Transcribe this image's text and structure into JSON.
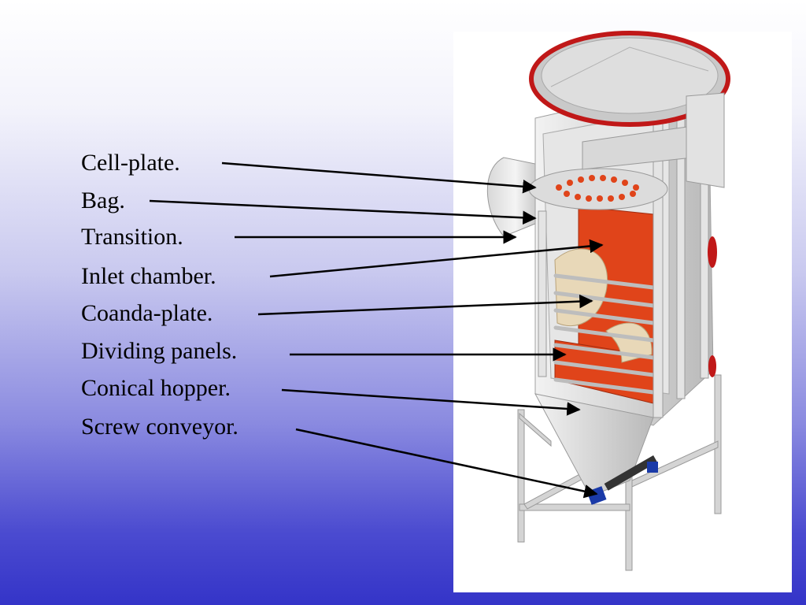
{
  "labels": [
    "Cell-plate.",
    "Bag.",
    "Transition.",
    "Inlet chamber.",
    "Coanda-plate.",
    "Dividing panels.",
    "Conical hopper.",
    "Screw conveyor."
  ],
  "colors": {
    "frame": "#c8c8c8",
    "bag_panel": "#e0441a",
    "rim": "#c01818",
    "coanda": "#e8d8b8",
    "conveyor": "#1a3aa8",
    "arrow": "#000000"
  }
}
